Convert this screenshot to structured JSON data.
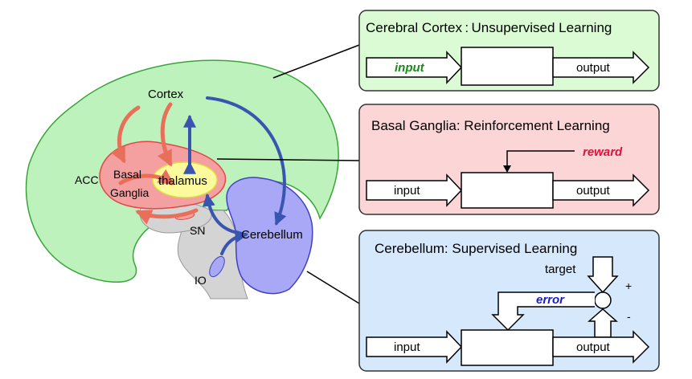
{
  "brain": {
    "labels": {
      "cortex": "Cortex",
      "acc": "ACC",
      "basal_ganglia": [
        "Basal",
        "Ganglia"
      ],
      "thalamus": "thalamus",
      "sn": "SN",
      "cerebellum": "Cerebellum",
      "io": "IO"
    },
    "colors": {
      "cortex_fill": "#bdf2bd",
      "basal_ganglia_fill": "#f4a0a0",
      "thalamus_fill": "#fbfb9e",
      "cerebellum_fill": "#a8a8f6",
      "brainstem_fill": "#d4d4d4",
      "red_arrow": "#e8705a",
      "blue_arrow": "#3a55b0"
    }
  },
  "panels": [
    {
      "key": "cortex",
      "title": "Cerebral Cortex : Unsupervised Learning",
      "fill": "#dafbd4",
      "input_label": "input",
      "input_color": "#1a8a1a",
      "output_label": "output"
    },
    {
      "key": "basal",
      "title": "Basal Ganglia: Reinforcement Learning",
      "fill": "#fcd6d6",
      "input_label": "input",
      "output_label": "output",
      "signal_label": "reward",
      "signal_color": "#e0103a"
    },
    {
      "key": "cerebellum",
      "title": "Cerebellum: Supervised Learning",
      "fill": "#d6e8fb",
      "input_label": "input",
      "output_label": "output",
      "target_label": "target",
      "error_label": "error",
      "error_color": "#1a1ad0",
      "plus_label": "+",
      "minus_label": "-"
    }
  ]
}
